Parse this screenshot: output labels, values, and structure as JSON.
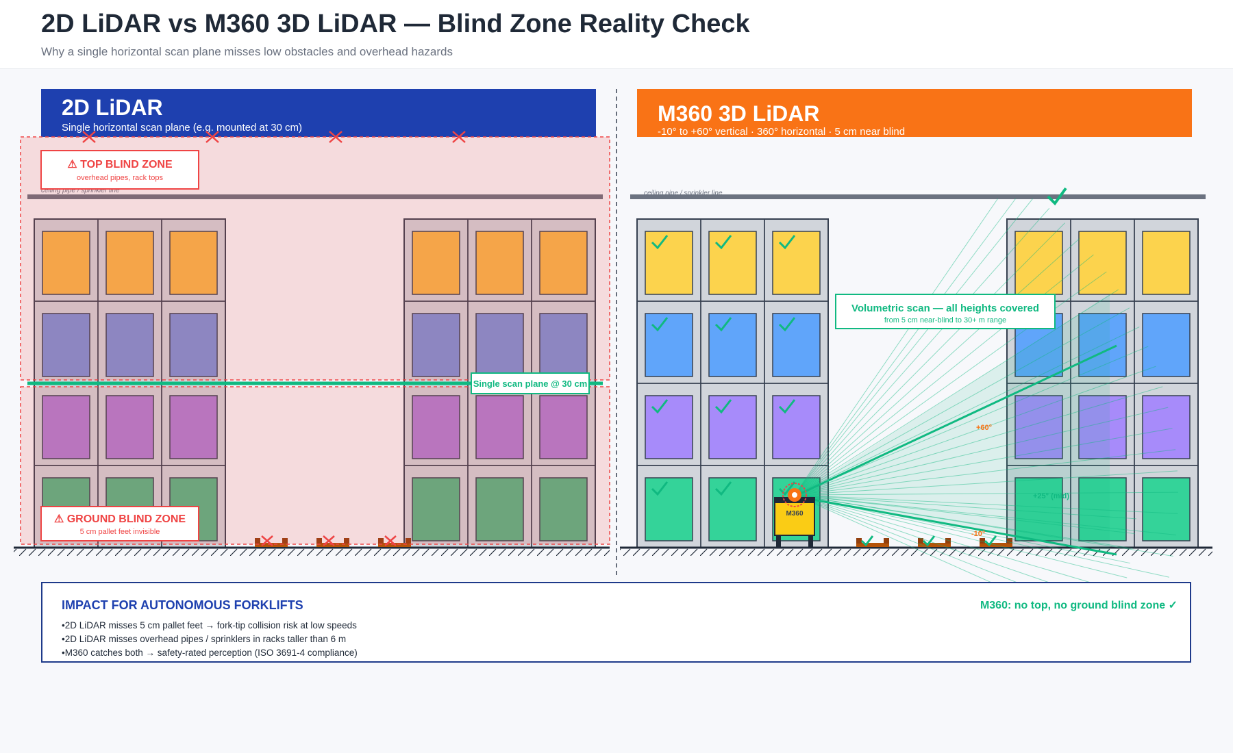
{
  "header": {
    "title": "2D LiDAR vs M360 3D LiDAR — Blind Zone Reality Check",
    "subtitle": "Why a single horizontal scan plane misses low obstacles and overhead hazards"
  },
  "left_panel": {
    "title": "2D LiDAR",
    "subtitle": "Single horizontal scan plane (e.g. mounted at 30 cm)",
    "top_blind_title": "⚠ TOP BLIND ZONE",
    "top_blind_sub": "overhead pipes, rack tops",
    "ground_blind_title": "⚠ GROUND BLIND ZONE",
    "ground_blind_sub": "5 cm pallet feet invisible",
    "ceiling_label": "ceiling pipe / sprinkler line",
    "scan_plane_label": "Single scan plane @ 30 cm",
    "accent": "#1e40af",
    "danger": "#ef4444"
  },
  "right_panel": {
    "title": "M360 3D LiDAR",
    "subtitle": "-10° to +60° vertical · 360° horizontal · 5 cm near blind",
    "ceiling_label": "ceiling pipe / sprinkler line",
    "volumetric_title": "Volumetric scan — all heights covered",
    "volumetric_sub": "from 5 cm near-blind to 30+ m range",
    "angle_top": "+60°",
    "angle_mid": "+25° (mid)",
    "angle_bottom": "-10°",
    "robot_label": "M360",
    "accent": "#f97316",
    "ok": "#10b981"
  },
  "impact": {
    "title": "IMPACT FOR AUTONOMOUS FORKLIFTS",
    "items": [
      "2D LiDAR misses 5 cm pallet feet → fork-tip collision risk at low speeds",
      "2D LiDAR misses overhead pipes / sprinklers in racks taller than 6 m",
      "M360 catches both → safety-rated perception (ISO 3691-4 compliance)"
    ],
    "badge": "M360: no top, no ground blind zone ✓"
  },
  "colors": {
    "row_colors_left": [
      "#f7b84b",
      "#7b93d9",
      "#b07fd6",
      "#55b887"
    ],
    "row_colors_right": [
      "#fcd34d",
      "#60a5fa",
      "#a78bfa",
      "#34d399"
    ]
  }
}
